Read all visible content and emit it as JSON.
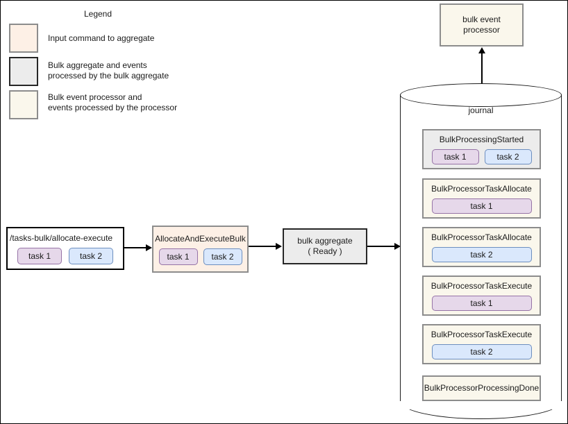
{
  "legend": {
    "title": "Legend",
    "items": [
      {
        "swatch_color": "#fdf0e6",
        "label": "Input command to aggregate"
      },
      {
        "swatch_color": "#ececec",
        "label": "Bulk aggregate and events\nprocessed by the bulk aggregate"
      },
      {
        "swatch_color": "#faf7ec",
        "label": "Bulk event processor and\nevents processed by the processor"
      }
    ]
  },
  "flow": {
    "command": {
      "title": "/tasks-bulk/allocate-execute",
      "tasks": [
        {
          "label": "task 1",
          "color": "purple"
        },
        {
          "label": "task 2",
          "color": "blue"
        }
      ]
    },
    "aggregate_command": {
      "title": "AllocateAndExecuteBulk",
      "tasks": [
        {
          "label": "task 1",
          "color": "purple"
        },
        {
          "label": "task 2",
          "color": "blue"
        }
      ]
    },
    "aggregate": {
      "title": "bulk aggregate\n( Ready )"
    }
  },
  "processor": {
    "title": "bulk event\nprocessor"
  },
  "journal": {
    "label": "journal",
    "events": [
      {
        "name": "BulkProcessingStarted",
        "style": "gray",
        "tasks": [
          {
            "label": "task 1",
            "color": "purple"
          },
          {
            "label": "task 2",
            "color": "blue"
          }
        ]
      },
      {
        "name": "BulkProcessorTaskAllocate",
        "style": "cream",
        "tasks": [
          {
            "label": "task 1",
            "color": "purple"
          }
        ]
      },
      {
        "name": "BulkProcessorTaskAllocate",
        "style": "cream",
        "tasks": [
          {
            "label": "task 2",
            "color": "blue"
          }
        ]
      },
      {
        "name": "BulkProcessorTaskExecute",
        "style": "cream",
        "tasks": [
          {
            "label": "task 1",
            "color": "purple"
          }
        ]
      },
      {
        "name": "BulkProcessorTaskExecute",
        "style": "cream",
        "tasks": [
          {
            "label": "task 2",
            "color": "blue"
          }
        ]
      },
      {
        "name": "BulkProcessorProcessingDone",
        "style": "cream",
        "tasks": []
      }
    ]
  },
  "colors": {
    "command_fill": "#fdf0e6",
    "aggregate_fill": "#ececec",
    "processor_fill": "#faf7ec",
    "task1_fill": "#e6d8ea",
    "task1_border": "#9673a6",
    "task2_fill": "#dae8fc",
    "task2_border": "#6c8ebf",
    "stroke": "#000000"
  }
}
